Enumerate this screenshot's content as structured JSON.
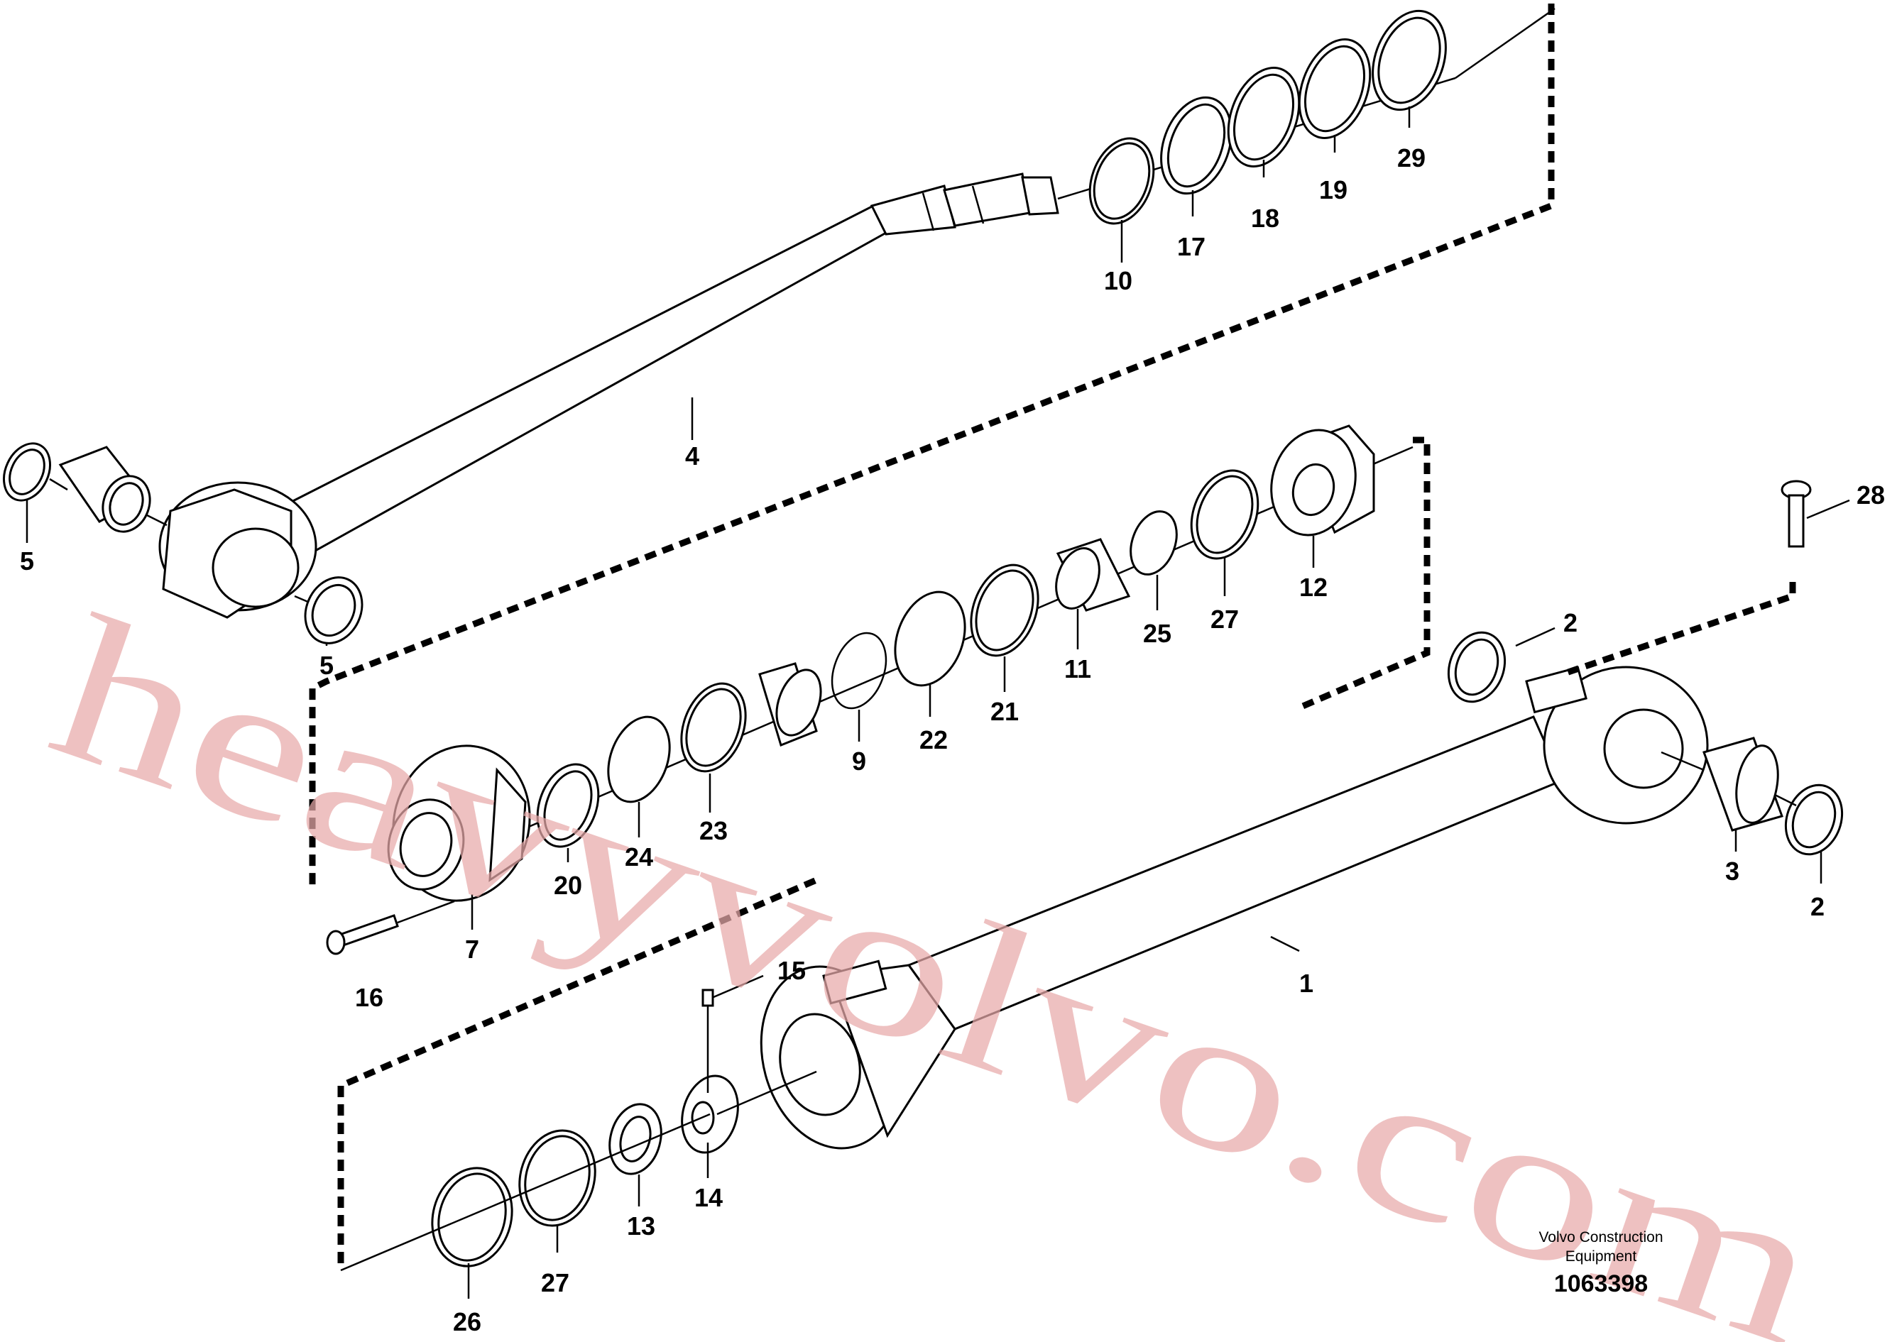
{
  "labels": [
    "1",
    "2",
    "2",
    "3",
    "4",
    "5",
    "5",
    "7",
    "9",
    "10",
    "11",
    "12",
    "13",
    "14",
    "15",
    "16",
    "17",
    "18",
    "19",
    "20",
    "21",
    "22",
    "23",
    "24",
    "25",
    "26",
    "27",
    "27",
    "28",
    "29"
  ],
  "watermark": "heavyvolvo.com",
  "footer": {
    "company_line1": "Volvo Construction",
    "company_line2": "Equipment",
    "figure_number": "1063398"
  }
}
